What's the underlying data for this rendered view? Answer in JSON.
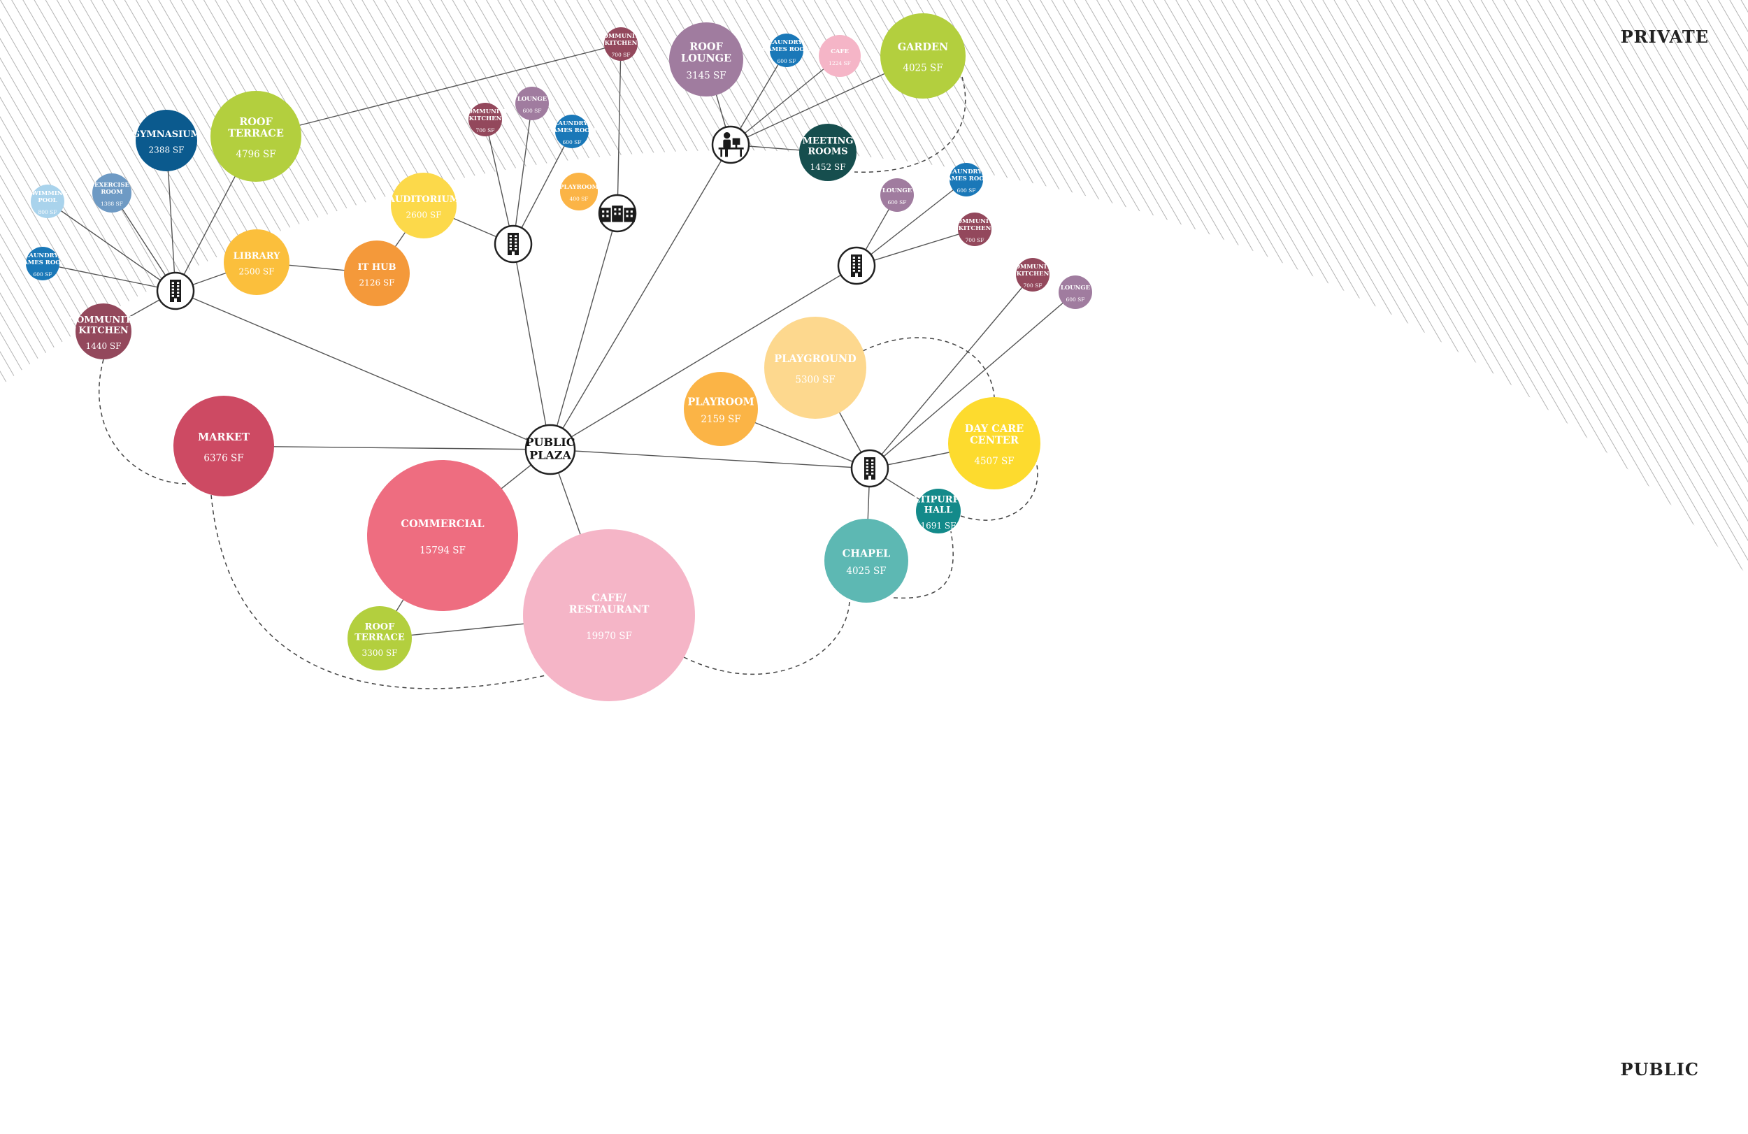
{
  "zones": {
    "private": "PRIVATE",
    "public": "PUBLIC"
  },
  "colors": {
    "hatch": "#b4b4b4",
    "line": "#555555",
    "icon": "#1a1a1a"
  },
  "nodes": [
    {
      "id": "public-plaza",
      "label": [
        "PUBLIC",
        "PLAZA"
      ],
      "area": "",
      "color": "#ffffff",
      "text": "#111111",
      "hub": true
    },
    {
      "id": "market",
      "label": [
        "MARKET"
      ],
      "area": "6376 SF",
      "color": "#cd4a63"
    },
    {
      "id": "commercial",
      "label": [
        "COMMERCIAL"
      ],
      "area": "15794 SF",
      "color": "#ee6d80"
    },
    {
      "id": "cafe-restaurant",
      "label": [
        "CAFE/",
        "RESTAURANT"
      ],
      "area": "19970 SF",
      "color": "#f5b5c7"
    },
    {
      "id": "roof-terrace-lower",
      "label": [
        "ROOF",
        "TERRACE"
      ],
      "area": "3300 SF",
      "color": "#b3cf3e"
    },
    {
      "id": "library",
      "label": [
        "LIBRARY"
      ],
      "area": "2500 SF",
      "color": "#fbbf3c"
    },
    {
      "id": "it-hub",
      "label": [
        "IT HUB"
      ],
      "area": "2126 SF",
      "color": "#f4993a"
    },
    {
      "id": "auditorium",
      "label": [
        "AUDITORIUM"
      ],
      "area": "2600 SF",
      "color": "#fcd94a"
    },
    {
      "id": "community-kitchen-west",
      "label": [
        "COMMUNITY",
        "KITCHEN"
      ],
      "area": "1440 SF",
      "color": "#93485c"
    },
    {
      "id": "laundry-west",
      "label": [
        "LAUNDRY/",
        "GAMES ROOM"
      ],
      "area": "600 SF",
      "color": "#1a78b8"
    },
    {
      "id": "swimming-pool",
      "label": [
        "SWIMMING",
        "POOL"
      ],
      "area": "800 SF",
      "color": "#a9d3ec"
    },
    {
      "id": "exercise-room",
      "label": [
        "EXERCISE",
        "ROOM"
      ],
      "area": "1388 SF",
      "color": "#6e9ac4"
    },
    {
      "id": "gymnasium",
      "label": [
        "GYMNASIUM"
      ],
      "area": "2388 SF",
      "color": "#0b5a8e"
    },
    {
      "id": "roof-terrace-upper",
      "label": [
        "ROOF",
        "TERRACE"
      ],
      "area": "4796 SF",
      "color": "#b3cf3e"
    },
    {
      "id": "community-kitchen-north",
      "label": [
        "COMMUNITY",
        "KITCHEN"
      ],
      "area": "700 SF",
      "color": "#93485c"
    },
    {
      "id": "community-kitchen-center",
      "label": [
        "COMMUNITY",
        "KITCHEN"
      ],
      "area": "700 SF",
      "color": "#93485c"
    },
    {
      "id": "lounge-center",
      "label": [
        "LOUNGE"
      ],
      "area": "600 SF",
      "color": "#a07c9f"
    },
    {
      "id": "laundry-center",
      "label": [
        "LAUNDRY/",
        "GAMES ROOM"
      ],
      "area": "600 SF",
      "color": "#1a78b8"
    },
    {
      "id": "playroom-small",
      "label": [
        "PLAYROOM"
      ],
      "area": "400 SF",
      "color": "#fbb446"
    },
    {
      "id": "roof-lounge",
      "label": [
        "ROOF",
        "LOUNGE"
      ],
      "area": "3145 SF",
      "color": "#a07c9f"
    },
    {
      "id": "laundry-ne",
      "label": [
        "LAUNDRY/",
        "GAMES ROOM"
      ],
      "area": "600 SF",
      "color": "#1a78b8"
    },
    {
      "id": "cafe-small",
      "label": [
        "CAFE"
      ],
      "area": "1224 SF",
      "color": "#f5b5c7"
    },
    {
      "id": "garden",
      "label": [
        "GARDEN"
      ],
      "area": "4025 SF",
      "color": "#b3cf3e"
    },
    {
      "id": "meeting-rooms",
      "label": [
        "MEETING",
        "ROOMS"
      ],
      "area": "1452 SF",
      "color": "#164e4e"
    },
    {
      "id": "lounge-east",
      "label": [
        "LOUNGE"
      ],
      "area": "600 SF",
      "color": "#a07c9f"
    },
    {
      "id": "laundry-east",
      "label": [
        "LAUNDRY/",
        "GAMES ROOM"
      ],
      "area": "600 SF",
      "color": "#1a78b8"
    },
    {
      "id": "community-kitchen-east",
      "label": [
        "COMMUNITY",
        "KITCHEN"
      ],
      "area": "700 SF",
      "color": "#93485c"
    },
    {
      "id": "community-kitchen-far-east",
      "label": [
        "COMMUNITY",
        "KITCHEN"
      ],
      "area": "700 SF",
      "color": "#93485c"
    },
    {
      "id": "lounge-far-east",
      "label": [
        "LOUNGE"
      ],
      "area": "600 SF",
      "color": "#a07c9f"
    },
    {
      "id": "playground",
      "label": [
        "PLAYGROUND"
      ],
      "area": "5300 SF",
      "color": "#fdd88e"
    },
    {
      "id": "playroom-large",
      "label": [
        "PLAYROOM"
      ],
      "area": "2159 SF",
      "color": "#fbb446"
    },
    {
      "id": "day-care-center",
      "label": [
        "DAY CARE",
        "CENTER"
      ],
      "area": "4507 SF",
      "color": "#fddb2e"
    },
    {
      "id": "multipurpose-hall",
      "label": [
        "MULTIPURPOSE",
        "HALL"
      ],
      "area": "1691 SF",
      "color": "#138a8a"
    },
    {
      "id": "chapel",
      "label": [
        "CHAPEL"
      ],
      "area": "4025 SF",
      "color": "#5db8b3"
    }
  ],
  "hubs": [
    {
      "id": "hub-west",
      "icon": "tower-building-icon"
    },
    {
      "id": "hub-center",
      "icon": "tower-building-icon"
    },
    {
      "id": "hub-north",
      "icon": "apartment-block-icon"
    },
    {
      "id": "hub-work",
      "icon": "desk-worker-icon"
    },
    {
      "id": "hub-east",
      "icon": "tower-building-icon"
    },
    {
      "id": "hub-southeast",
      "icon": "tower-building-icon"
    }
  ],
  "links": [
    [
      "public-plaza",
      "market"
    ],
    [
      "public-plaza",
      "commercial"
    ],
    [
      "public-plaza",
      "cafe-restaurant"
    ],
    [
      "public-plaza",
      "hub-west"
    ],
    [
      "public-plaza",
      "hub-center"
    ],
    [
      "public-plaza",
      "hub-north"
    ],
    [
      "public-plaza",
      "hub-work"
    ],
    [
      "public-plaza",
      "hub-east"
    ],
    [
      "public-plaza",
      "hub-southeast"
    ],
    [
      "commercial",
      "roof-terrace-lower"
    ],
    [
      "roof-terrace-lower",
      "cafe-restaurant"
    ],
    [
      "hub-west",
      "community-kitchen-west"
    ],
    [
      "hub-west",
      "laundry-west"
    ],
    [
      "hub-west",
      "swimming-pool"
    ],
    [
      "hub-west",
      "exercise-room"
    ],
    [
      "hub-west",
      "gymnasium"
    ],
    [
      "hub-west",
      "roof-terrace-upper"
    ],
    [
      "hub-west",
      "library"
    ],
    [
      "library",
      "it-hub"
    ],
    [
      "it-hub",
      "auditorium"
    ],
    [
      "auditorium",
      "hub-center"
    ],
    [
      "roof-terrace-upper",
      "community-kitchen-north"
    ],
    [
      "community-kitchen-north",
      "hub-north"
    ],
    [
      "hub-center",
      "community-kitchen-center"
    ],
    [
      "hub-center",
      "lounge-center"
    ],
    [
      "hub-center",
      "laundry-center"
    ],
    [
      "hub-work",
      "roof-lounge"
    ],
    [
      "hub-work",
      "laundry-ne"
    ],
    [
      "hub-work",
      "cafe-small"
    ],
    [
      "hub-work",
      "garden"
    ],
    [
      "hub-work",
      "meeting-rooms"
    ],
    [
      "hub-east",
      "lounge-east"
    ],
    [
      "hub-east",
      "laundry-east"
    ],
    [
      "hub-east",
      "community-kitchen-east"
    ],
    [
      "hub-southeast",
      "playroom-large"
    ],
    [
      "hub-southeast",
      "playground"
    ],
    [
      "hub-southeast",
      "day-care-center"
    ],
    [
      "hub-southeast",
      "multipurpose-hall"
    ],
    [
      "hub-southeast",
      "chapel"
    ],
    [
      "hub-southeast",
      "community-kitchen-far-east"
    ],
    [
      "hub-southeast",
      "lounge-far-east"
    ]
  ]
}
